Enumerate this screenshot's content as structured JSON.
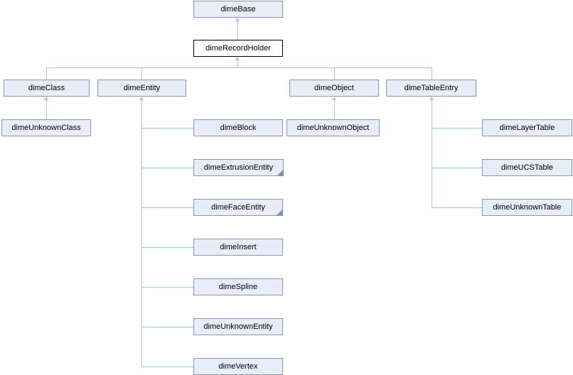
{
  "diagram": {
    "type": "class-inheritance-graph",
    "nodes": {
      "dimeBase": {
        "label": "dimeBase"
      },
      "dimeRecordHolder": {
        "label": "dimeRecordHolder",
        "selected": true
      },
      "dimeClass": {
        "label": "dimeClass"
      },
      "dimeEntity": {
        "label": "dimeEntity"
      },
      "dimeObject": {
        "label": "dimeObject"
      },
      "dimeTableEntry": {
        "label": "dimeTableEntry"
      },
      "dimeUnknownClass": {
        "label": "dimeUnknownClass"
      },
      "dimeBlock": {
        "label": "dimeBlock"
      },
      "dimeUnknownObject": {
        "label": "dimeUnknownObject"
      },
      "dimeLayerTable": {
        "label": "dimeLayerTable"
      },
      "dimeExtrusionEntity": {
        "label": "dimeExtrusionEntity",
        "truncated": true
      },
      "dimeUCSTable": {
        "label": "dimeUCSTable"
      },
      "dimeFaceEntity": {
        "label": "dimeFaceEntity",
        "truncated": true
      },
      "dimeUnknownTable": {
        "label": "dimeUnknownTable"
      },
      "dimeInsert": {
        "label": "dimeInsert"
      },
      "dimeSpline": {
        "label": "dimeSpline"
      },
      "dimeUnknownEntity": {
        "label": "dimeUnknownEntity"
      },
      "dimeVertex": {
        "label": "dimeVertex"
      }
    },
    "edges": [
      {
        "from": "dimeRecordHolder",
        "to": "dimeBase"
      },
      {
        "from": "dimeClass",
        "to": "dimeRecordHolder"
      },
      {
        "from": "dimeEntity",
        "to": "dimeRecordHolder"
      },
      {
        "from": "dimeObject",
        "to": "dimeRecordHolder"
      },
      {
        "from": "dimeTableEntry",
        "to": "dimeRecordHolder"
      },
      {
        "from": "dimeUnknownClass",
        "to": "dimeClass"
      },
      {
        "from": "dimeBlock",
        "to": "dimeEntity"
      },
      {
        "from": "dimeExtrusionEntity",
        "to": "dimeEntity"
      },
      {
        "from": "dimeFaceEntity",
        "to": "dimeEntity"
      },
      {
        "from": "dimeInsert",
        "to": "dimeEntity"
      },
      {
        "from": "dimeSpline",
        "to": "dimeEntity"
      },
      {
        "from": "dimeUnknownEntity",
        "to": "dimeEntity"
      },
      {
        "from": "dimeVertex",
        "to": "dimeEntity"
      },
      {
        "from": "dimeUnknownObject",
        "to": "dimeObject"
      },
      {
        "from": "dimeLayerTable",
        "to": "dimeTableEntry"
      },
      {
        "from": "dimeUCSTable",
        "to": "dimeTableEntry"
      },
      {
        "from": "dimeUnknownTable",
        "to": "dimeTableEntry"
      }
    ],
    "colors": {
      "node_fill": "#e8ecf7",
      "node_border": "#8496c4",
      "selected_node_fill": "#ffffff",
      "selected_node_border": "#000000",
      "edge": "#a3c7e3",
      "truncated_corner": "#7e91bc",
      "text": "#000000"
    }
  }
}
